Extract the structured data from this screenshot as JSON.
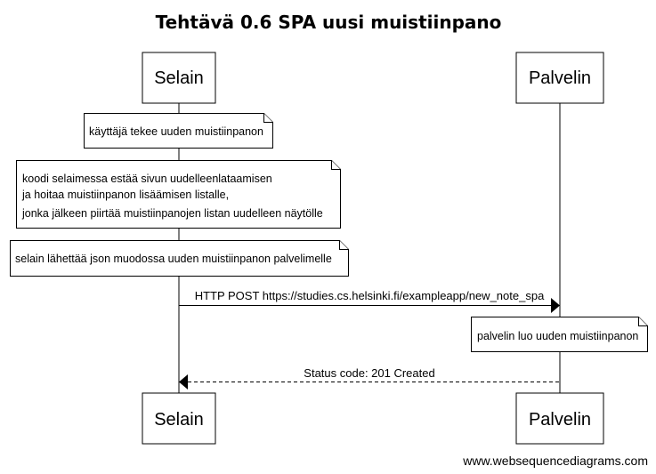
{
  "title": "Tehtävä 0.6 SPA uusi muistiinpano",
  "participants": [
    {
      "id": "selain",
      "label": "Selain"
    },
    {
      "id": "palvelin",
      "label": "Palvelin"
    }
  ],
  "notes": [
    {
      "over": "selain",
      "lines": [
        "käyttäjä tekee uuden muistiinpanon"
      ]
    },
    {
      "over": "selain",
      "lines": [
        "koodi selaimessa estää sivun uudelleenlataamisen",
        "ja hoitaa muistiinpanon lisäämisen listalle,",
        "jonka jälkeen piirtää muistiinpanojen listan uudelleen näytölle"
      ]
    },
    {
      "over": "selain",
      "lines": [
        "selain lähettää json muodossa uuden muistiinpanon palvelimelle"
      ]
    },
    {
      "over": "palvelin",
      "lines": [
        "palvelin luo uuden muistiinpanon"
      ]
    }
  ],
  "messages": [
    {
      "from": "selain",
      "to": "palvelin",
      "label": "HTTP POST https://studies.cs.helsinki.fi/exampleapp/new_note_spa",
      "style": "solid"
    },
    {
      "from": "palvelin",
      "to": "selain",
      "label": "Status code: 201 Created",
      "style": "dashed"
    }
  ],
  "watermark": "www.websequencediagrams.com"
}
